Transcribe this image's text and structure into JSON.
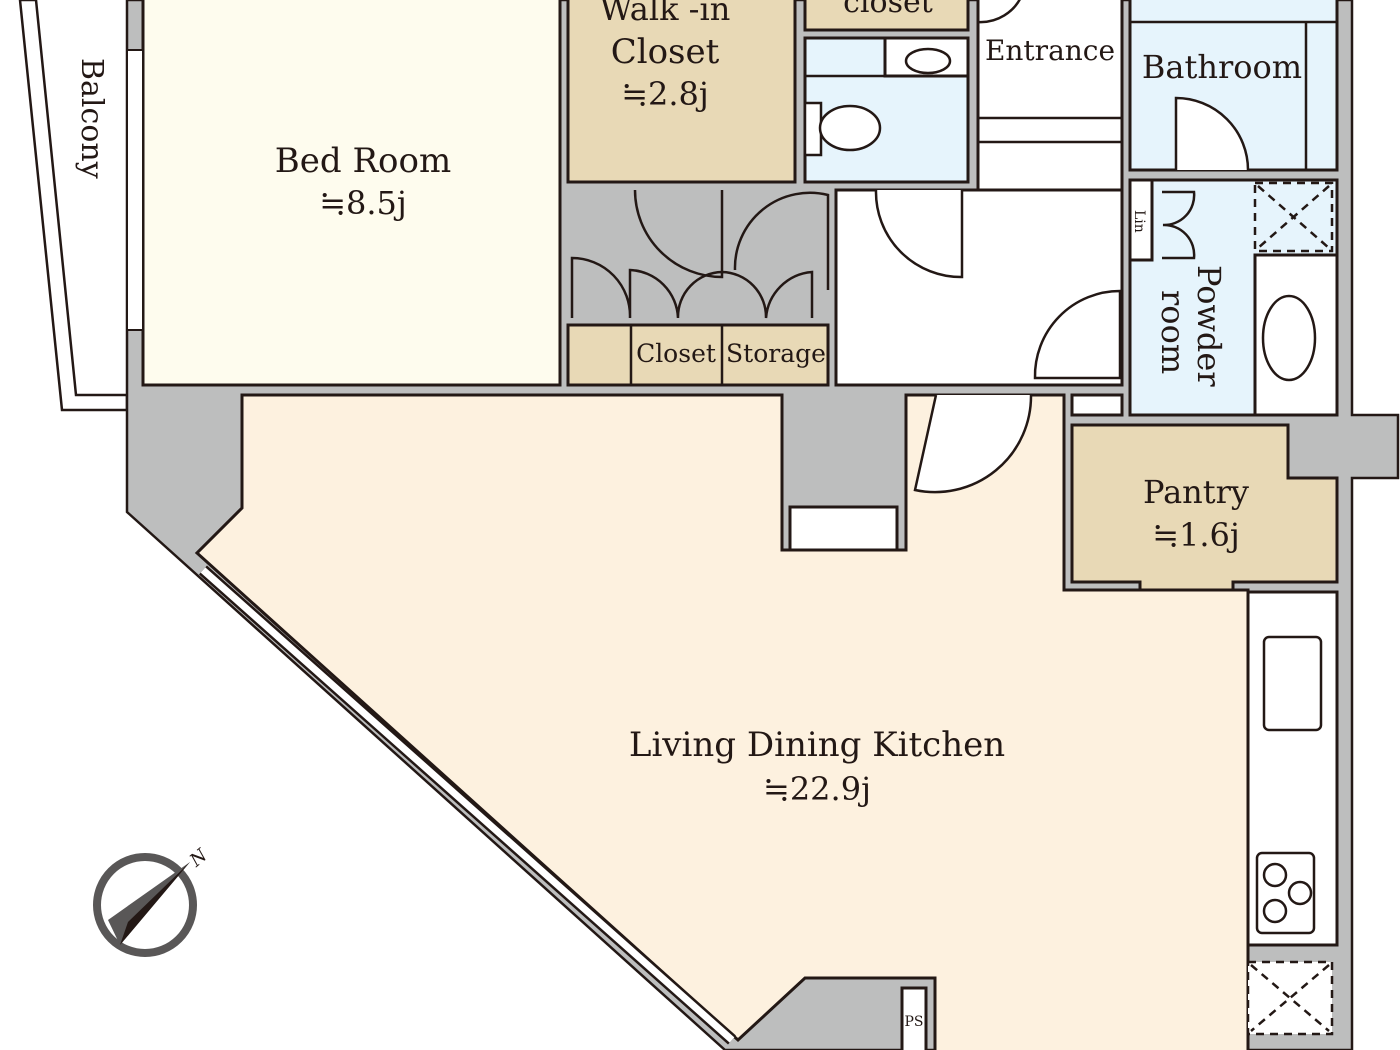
{
  "colors": {
    "wall": "#bdbebe",
    "outline": "#231815",
    "bedroom": "#fefcee",
    "living": "#fdf1df",
    "storage": "#e8d9b6",
    "wet_area": "#e6f4fc"
  },
  "rooms": {
    "balcony": "Balcony",
    "bedroom": {
      "name": "Bed Room",
      "area": "≒8.5j"
    },
    "walkin": {
      "line1": "Walk -in",
      "line2": "Closet",
      "area": "≒2.8j"
    },
    "top_closet": "closet",
    "entrance": "Entrance",
    "bathroom": "Bathroom",
    "linen": "Lin",
    "powder": {
      "line1": "Powder",
      "line2": "room"
    },
    "closet": "Closet",
    "storage": "Storage",
    "pantry": {
      "name": "Pantry",
      "area": "≒1.6j"
    },
    "ldk": {
      "name": "Living Dining Kitchen",
      "area": "≒22.9j"
    },
    "ps": "PS"
  },
  "compass": {
    "north_label": "N",
    "icon": "north-arrow-icon"
  }
}
